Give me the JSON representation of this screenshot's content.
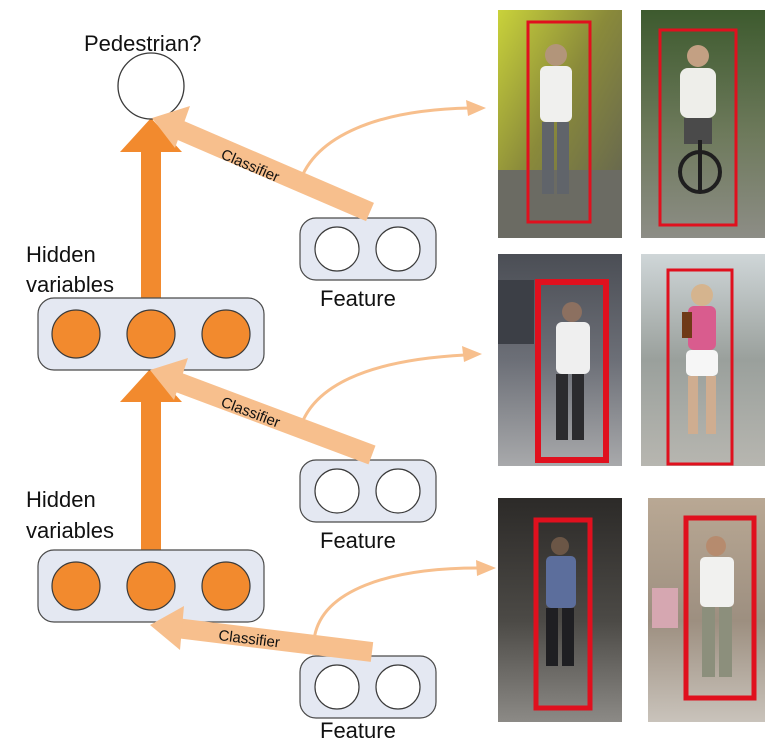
{
  "diagram": {
    "output_label": "Pedestrian?",
    "hidden_label_line1": "Hidden",
    "hidden_label_line2": "variables",
    "feature_label": "Feature",
    "classifier_label": "Classifier",
    "colors": {
      "node_orange": "#f28a2e",
      "node_stroke": "#3a3a3a",
      "box_fill": "#e4e8f2",
      "arrow_up": "#f28a2e",
      "arrow_classifier": "#f7bf8d",
      "bbox_red": "#e0101e"
    }
  },
  "photos": {
    "rows": [
      {
        "left": "pedestrian-walking-yellow-wall",
        "right": "cyclist-on-street"
      },
      {
        "left": "pedestrian-walking-street",
        "right": "woman-walking-pink-top"
      },
      {
        "left": "pedestrian-dark-street",
        "right": "man-white-shirt-building"
      }
    ]
  }
}
